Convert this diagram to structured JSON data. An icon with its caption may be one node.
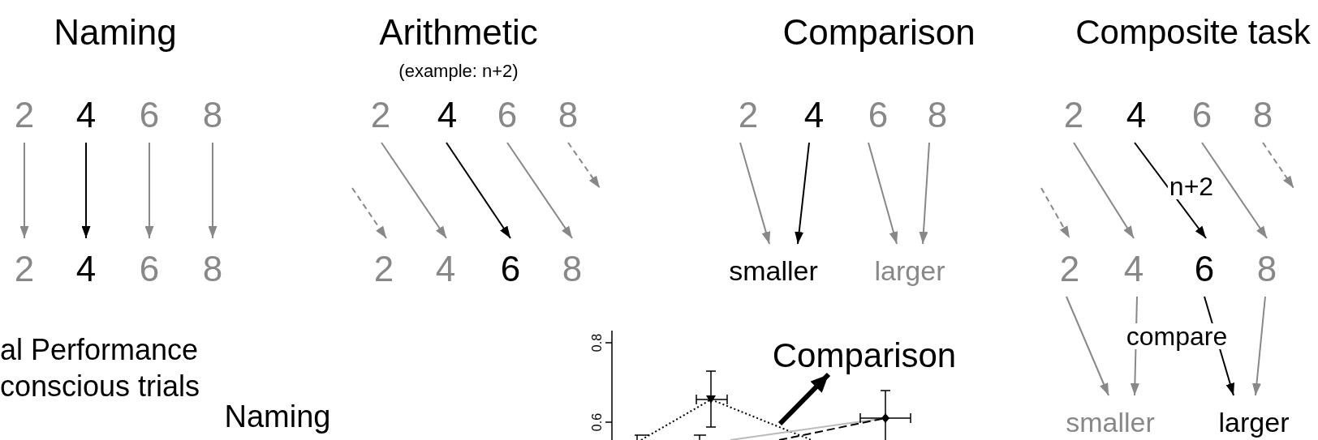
{
  "diagram": {
    "nodes": [
      {
        "text": [
          "2"
        ]
      },
      {
        "text": [
          "4"
        ]
      },
      {
        "text": [
          "6"
        ]
      },
      {
        "text": [
          "8"
        ]
      },
      {
        "text": [
          "2"
        ]
      },
      {
        "text": [
          "4"
        ]
      },
      {
        "text": [
          "6"
        ]
      },
      {
        "text": [
          "8"
        ]
      },
      {
        "text": [
          "2"
        ]
      },
      {
        "text": [
          "4"
        ]
      },
      {
        "text": [
          "6"
        ]
      },
      {
        "text": [
          "8"
        ]
      },
      {
        "text": [
          "2"
        ]
      },
      {
        "text": [
          "4"
        ]
      },
      {
        "text": [
          "6"
        ]
      },
      {
        "text": [
          "8"
        ]
      },
      {
        "text": [
          "2"
        ]
      },
      {
        "text": [
          "4"
        ]
      },
      {
        "text": [
          "6"
        ]
      },
      {
        "text": [
          "8"
        ]
      },
      {
        "text": [
          "smaller"
        ]
      },
      {
        "text": [
          "larger"
        ]
      },
      {
        "text": [
          "2"
        ]
      },
      {
        "text": [
          "4"
        ]
      },
      {
        "text": [
          "6"
        ]
      },
      {
        "text": [
          "8"
        ]
      },
      {
        "text": [
          "2"
        ]
      },
      {
        "text": [
          "4"
        ]
      },
      {
        "text": [
          "6"
        ]
      },
      {
        "text": [
          "8"
        ]
      },
      {
        "text": [
          "smaller"
        ]
      },
      {
        "text": [
          "larger"
        ]
      },
      {
        "text": [
          "Comparison"
        ]
      }
    ],
    "edges": [
      {
        "from": 0,
        "to": 4,
        "arrow": "to"
      },
      {
        "from": 1,
        "to": 5,
        "arrow": "to",
        "color": "#000000"
      },
      {
        "from": 2,
        "to": 6,
        "arrow": "to"
      },
      {
        "from": 3,
        "to": 7,
        "arrow": "to"
      },
      {
        "from": null,
        "to": 12,
        "arrow": "to",
        "style": "dashed"
      },
      {
        "from": 8,
        "to": 13,
        "arrow": "to"
      },
      {
        "from": 9,
        "to": 14,
        "arrow": "to",
        "color": "#000000"
      },
      {
        "from": 10,
        "to": 15,
        "arrow": "to"
      },
      {
        "from": 11,
        "to": null,
        "arrow": "to",
        "style": "dashed"
      },
      {
        "from": 16,
        "to": 20,
        "arrow": "to"
      },
      {
        "from": 17,
        "to": 20,
        "arrow": "to",
        "color": "#000000"
      },
      {
        "from": 18,
        "to": 21,
        "arrow": "to"
      },
      {
        "from": 19,
        "to": 21,
        "arrow": "to"
      },
      {
        "from": null,
        "to": 26,
        "arrow": "to",
        "style": "dashed"
      },
      {
        "from": 22,
        "to": 27,
        "arrow": "to"
      },
      {
        "from": 23,
        "to": 28,
        "arrow": "to",
        "color": "#000000",
        "label": "n+2"
      },
      {
        "from": 24,
        "to": 29,
        "arrow": "to"
      },
      {
        "from": 25,
        "to": null,
        "arrow": "to",
        "style": "dashed"
      },
      {
        "from": 26,
        "to": 30,
        "arrow": "to"
      },
      {
        "from": 27,
        "to": 30,
        "arrow": "to"
      },
      {
        "from": 28,
        "to": 31,
        "arrow": "to",
        "color": "#000000",
        "label": "compare"
      },
      {
        "from": 29,
        "to": 31,
        "arrow": "to"
      },
      {
        "from": null,
        "to": 32,
        "arrow": "to",
        "style": "thick",
        "color": "#000000"
      }
    ],
    "labels": [
      "Naming",
      "Arithmetic",
      "(example: n+2)",
      "Comparison",
      "Composite task",
      "0.8",
      "al Performance conscious trials",
      "Naming",
      "0.6"
    ]
  }
}
